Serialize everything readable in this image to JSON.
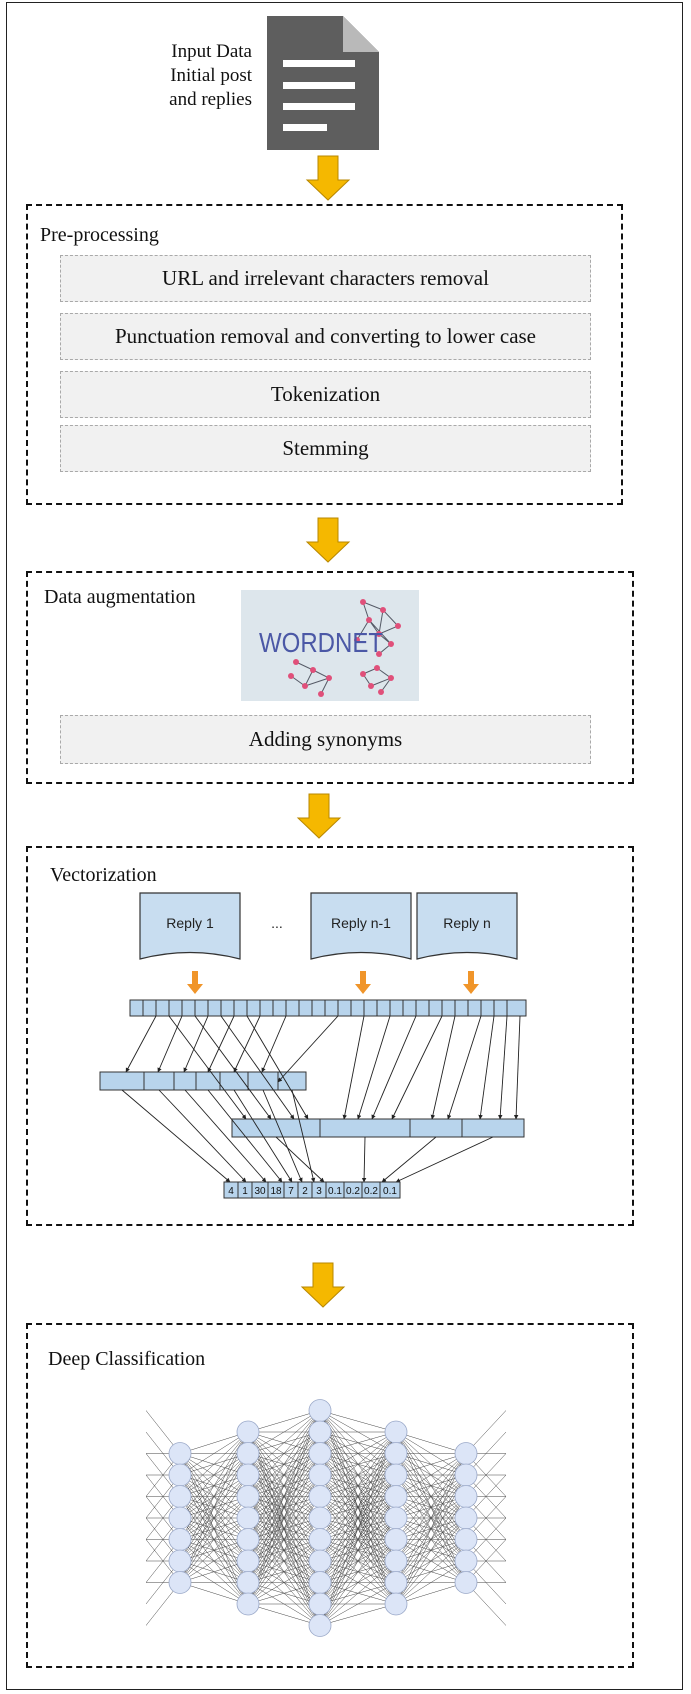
{
  "input": {
    "lines": [
      "Input Data",
      "Initial post",
      "and replies"
    ],
    "icon": "document-icon"
  },
  "preprocessing": {
    "title": "Pre-processing",
    "steps": [
      "URL and irrelevant characters removal",
      "Punctuation removal and converting to lower case",
      "Tokenization",
      "Stemming"
    ]
  },
  "augmentation": {
    "title": "Data augmentation",
    "logo_text": "WORDNET",
    "step": "Adding synonyms"
  },
  "vectorization": {
    "title": "Vectorization",
    "docs": [
      "Reply 1",
      "...",
      "Reply n-1",
      "Reply n"
    ],
    "vector_values": [
      "4",
      "1",
      "30",
      "18",
      "7",
      "2",
      "3",
      "0.1",
      "0.2",
      "0.2",
      "0.1"
    ]
  },
  "classification": {
    "title": "Deep Classification",
    "layer_sizes": [
      7,
      9,
      11,
      9,
      7
    ]
  },
  "colors": {
    "arrow_fill": "#f5b800",
    "step_bg": "#f1f1f1",
    "vector_cell": "#b8d4ec",
    "reply_doc": "#c8ddf0",
    "neuron": "#dce5f7",
    "wordnet_bg": "#dde6ec",
    "wordnet_text": "#4b58a6",
    "wordnet_node": "#e0507a"
  }
}
